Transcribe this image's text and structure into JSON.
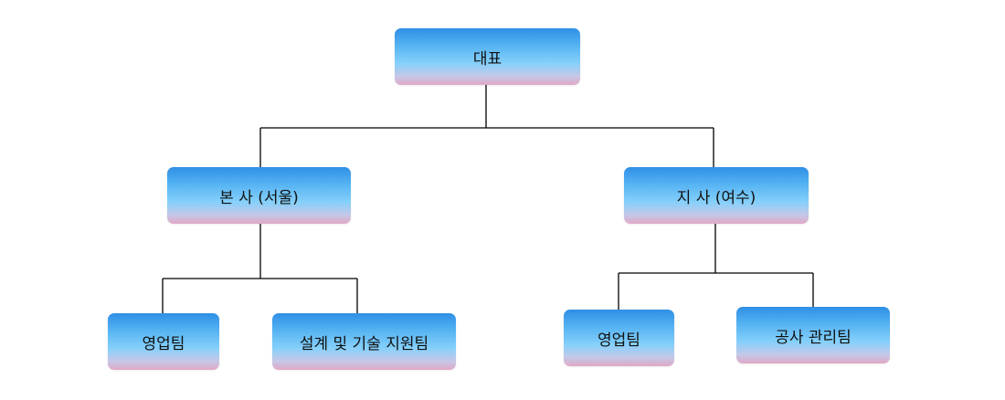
{
  "org_chart": {
    "ceo": {
      "label": "대표"
    },
    "hq": {
      "label": "본 사 (서울)"
    },
    "branch": {
      "label": "지 사 (여수)"
    },
    "hq_sales": {
      "label": "영업팀"
    },
    "hq_design": {
      "label": "설계 및 기술 지원팀"
    },
    "branch_sales": {
      "label": "영업팀"
    },
    "branch_construction": {
      "label": "공사 관리팀"
    }
  },
  "colors": {
    "box_top": "#2e8fe6",
    "box_mid": "#86d0fb",
    "box_bottom": "#e0a8c6",
    "connector": "#000000",
    "text": "#111111"
  }
}
